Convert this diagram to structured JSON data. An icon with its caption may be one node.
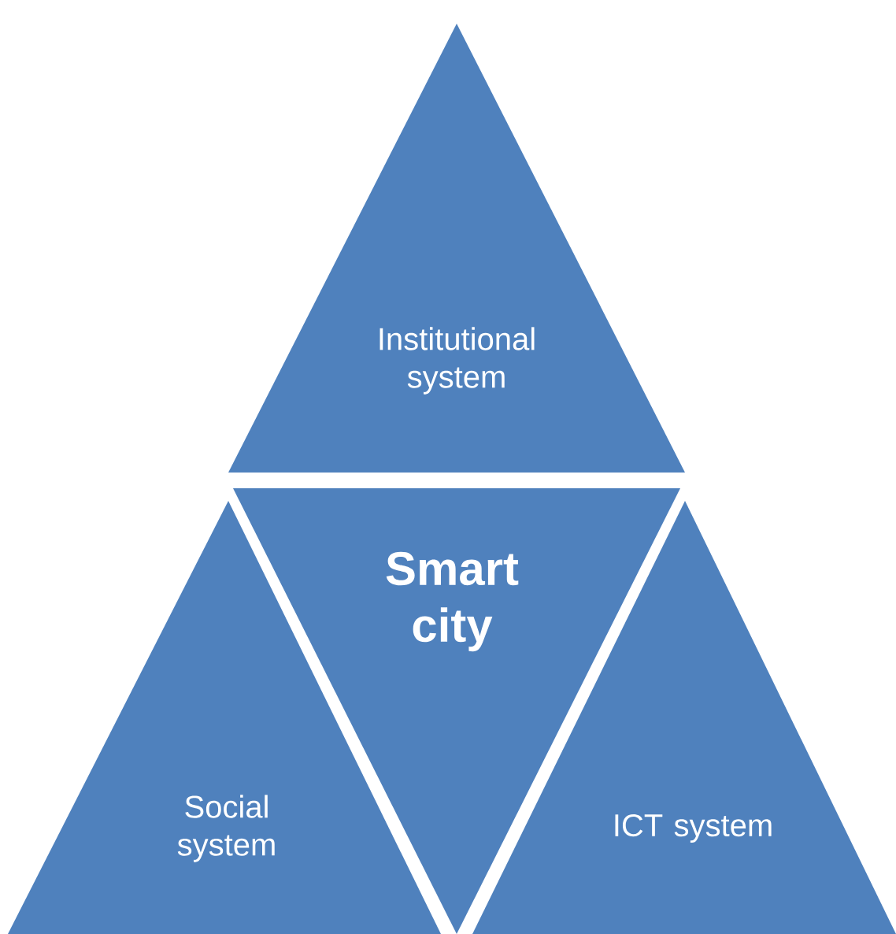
{
  "diagram": {
    "nodes": [
      {
        "text": [
          "Institutional system"
        ]
      },
      {
        "text": [
          "Smart city"
        ]
      },
      {
        "text": [
          "Social system"
        ]
      },
      {
        "text": [
          "ICT system"
        ]
      }
    ]
  }
}
